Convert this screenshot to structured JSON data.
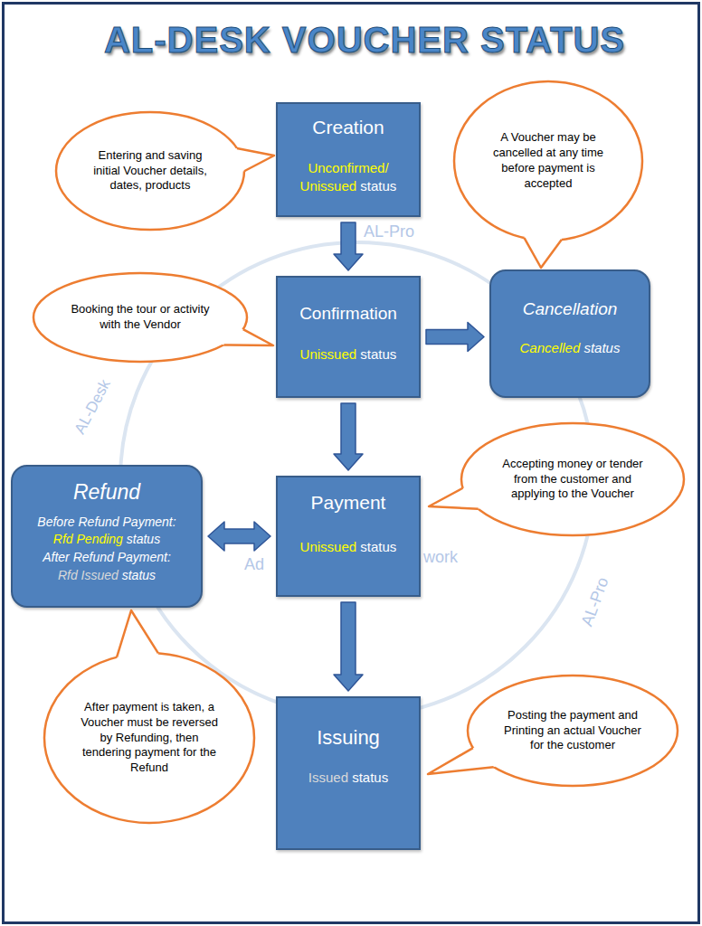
{
  "diagram": {
    "title": "AL-DESK VOUCHER STATUS",
    "nodes": [
      {
        "text": [
          "Creation",
          "Unconfirmed/",
          "Unissued",
          "status"
        ]
      },
      {
        "text": [
          "Entering and saving initial Voucher details, dates, products"
        ]
      },
      {
        "text": [
          "A Voucher may be cancelled at any time before payment is accepted"
        ]
      },
      {
        "text": [
          "Booking the tour or activity with the Vendor"
        ]
      },
      {
        "text": [
          "Confirmation",
          "Unissued",
          "status"
        ]
      },
      {
        "text": [
          "Cancellation",
          "Cancelled",
          "status"
        ]
      },
      {
        "text": [
          "Accepting money or tender from the customer and applying to the Voucher"
        ]
      },
      {
        "text": [
          "Refund",
          "Before Refund Payment:",
          "Rfd Pending",
          "status",
          "After Refund Payment:",
          "Rfd Issued",
          "status"
        ]
      },
      {
        "text": [
          "Payment",
          "Unissued",
          "status"
        ]
      },
      {
        "text": [
          "After payment is taken, a Voucher must be reversed by Refunding, then tendering payment for the Refund"
        ]
      },
      {
        "text": [
          "Issuing",
          "Issued",
          "status"
        ]
      },
      {
        "text": [
          "Posting the payment and Printing an actual Voucher for the customer"
        ]
      }
    ],
    "edges": [
      {
        "from": 0,
        "to": 4,
        "arrow": "to"
      },
      {
        "from": 4,
        "to": 5,
        "arrow": "to"
      },
      {
        "from": 4,
        "to": 8,
        "arrow": "to"
      },
      {
        "from": 7,
        "to": 8,
        "arrow": "both"
      },
      {
        "from": 8,
        "to": 10,
        "arrow": "to"
      }
    ],
    "labels": [
      "AL-Pro",
      "AL-Desk",
      "Ad",
      "work",
      "AL-Pro"
    ]
  }
}
